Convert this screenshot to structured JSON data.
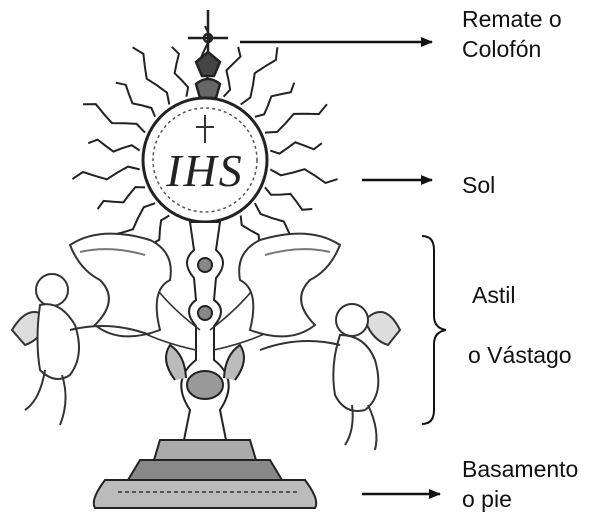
{
  "diagram": {
    "labels": {
      "remate_line1": "Remate o",
      "remate_line2": "Colofón",
      "sol": "Sol",
      "astil_line1": "Astil",
      "astil_line2": "o Vástago",
      "basamento_line1": "Basamento",
      "basamento_line2": "o pie"
    },
    "monogram": "IHS",
    "colors": {
      "ink": "#111111",
      "background": "#ffffff"
    }
  }
}
